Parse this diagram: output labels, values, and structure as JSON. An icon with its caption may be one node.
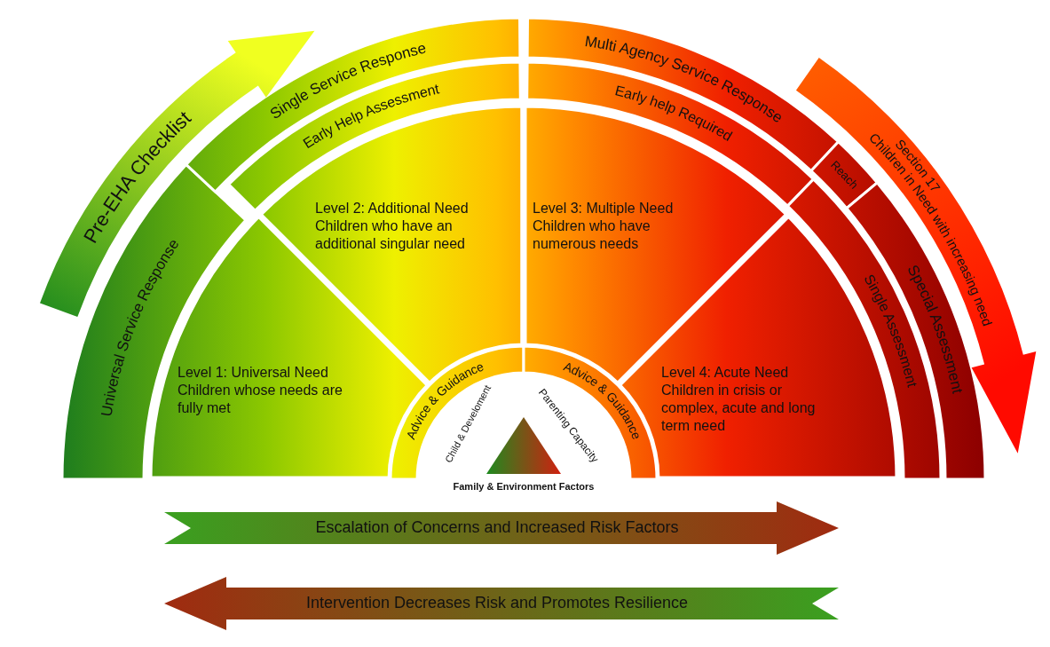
{
  "diagram": {
    "nodes": [
      {
        "text": [
          "Pre-EHA Checklist"
        ]
      },
      {
        "text": [
          "Single Service Response"
        ]
      },
      {
        "text": [
          "Multi Agency Service Response"
        ]
      },
      {
        "text": [
          "Early Help Assessment"
        ]
      },
      {
        "text": [
          "Early help Required"
        ]
      },
      {
        "text": [
          "Reach"
        ]
      },
      {
        "text": [
          "Section 17",
          "Children in Need with increasing need"
        ]
      },
      {
        "text": [
          "Level 2: Additional Need",
          "Children who have an additional singular need"
        ]
      },
      {
        "text": [
          "Level 3: Multiple Need",
          "Children who have numerous needs"
        ]
      },
      {
        "text": [
          "Universal Service Response"
        ]
      },
      {
        "text": [
          "Special Assessment"
        ]
      },
      {
        "text": [
          "Single Assessment"
        ]
      },
      {
        "text": [
          "Level 1: Universal Need",
          "Children whose needs are fully met"
        ]
      },
      {
        "text": [
          "Level 4: Acute Need",
          "Children in crisis or complex, acute and long term need"
        ]
      },
      {
        "text": [
          "Advice & Guidance"
        ]
      },
      {
        "text": [
          "Advice & Guidance"
        ]
      },
      {
        "text": [
          "Child & Develoment",
          "Parenting Capacity",
          "Family & Environment Factors"
        ]
      },
      {
        "text": [
          "Escalation of Concerns and Increased Risk Factors"
        ]
      },
      {
        "text": [
          "Intervention Decreases Risk and Promotes Resilience"
        ]
      }
    ]
  }
}
